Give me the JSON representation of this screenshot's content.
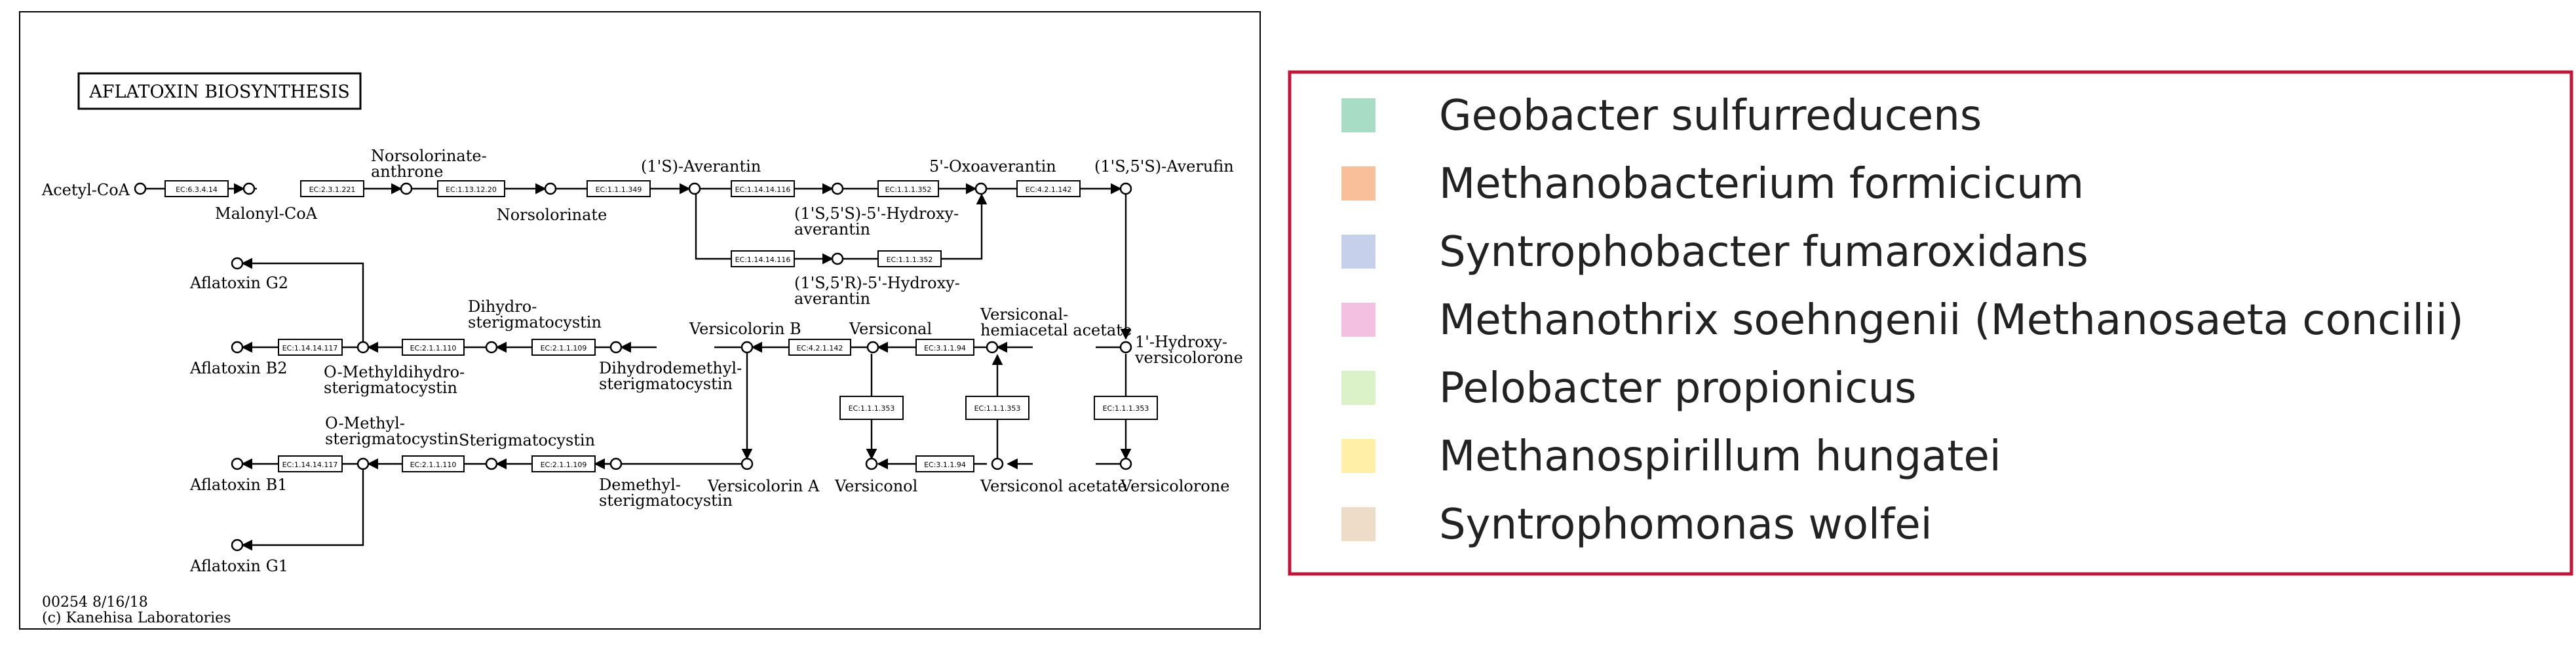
{
  "map": {
    "title": "AFLATOXIN BIOSYNTHESIS",
    "footer_id": "00254 8/16/18",
    "footer_copyright": "(c) Kanehisa Laboratories"
  },
  "compounds": {
    "acetyl_coa": "Acetyl-CoA",
    "malonyl_coa": "Malonyl-CoA",
    "norsolorinate_anthrone_1": "Norsolorinate-",
    "norsolorinate_anthrone_2": "anthrone",
    "norsolorinate": "Norsolorinate",
    "averantin": "(1'S)-Averantin",
    "oxoaverantin": "5'-Oxoaverantin",
    "averufin": "(1'S,5'S)-Averufin",
    "hydroxyaverantin_ss_1": "(1'S,5'S)-5'-Hydroxy-",
    "hydroxyaverantin_ss_2": "averantin",
    "hydroxyaverantin_sr_1": "(1'S,5'R)-5'-Hydroxy-",
    "hydroxyaverantin_sr_2": "averantin",
    "aflatoxin_g2": "Aflatoxin G2",
    "aflatoxin_b2": "Aflatoxin B2",
    "aflatoxin_b1": "Aflatoxin B1",
    "aflatoxin_g1": "Aflatoxin G1",
    "dihydrosterig_1": "Dihydro-",
    "dihydrosterig_2": "sterigmatocystin",
    "o_methyldihydro_1": "O-Methyldihydro-",
    "o_methyldihydro_2": "sterigmatocystin",
    "dihydrodemethyl_1": "Dihydrodemethyl-",
    "dihydrodemethyl_2": "sterigmatocystin",
    "versicolorin_b": "Versicolorin B",
    "versiconal": "Versiconal",
    "versiconal_hemiacetal_1": "Versiconal-",
    "versiconal_hemiacetal_2": "hemiacetal acetate",
    "hydroxyversicolorone_1": "1'-Hydroxy-",
    "hydroxyversicolorone_2": "versicolorone",
    "o_methylsterig_1": "O-Methyl-",
    "o_methylsterig_2": "sterigmatocystin",
    "sterigmatocystin": "Sterigmatocystin",
    "demethylsterig_1": "Demethyl-",
    "demethylsterig_2": "sterigmatocystin",
    "versicolorin_a": "Versicolorin A",
    "versiconol": "Versiconol",
    "versiconol_acetate": "Versiconol acetate",
    "versicolorone": "Versicolorone"
  },
  "enzymes": {
    "e1": "EC:6.3.4.14",
    "e2": "EC:2.3.1.221",
    "e3": "EC:1.13.12.20",
    "e4": "EC:1.1.1.349",
    "e5": "EC:1.14.14.116",
    "e6": "EC:1.1.1.352",
    "e7": "EC:4.2.1.142",
    "e8": "EC:1.14.14.116",
    "e9": "EC:1.1.1.352",
    "e10": "EC:1.14.14.117",
    "e11": "EC:2.1.1.110",
    "e12": "EC:2.1.1.109",
    "e13": "EC:4.2.1.142",
    "e14": "EC:3.1.1.94",
    "e15": "EC:1.1.1.353",
    "e16": "EC:1.1.1.353",
    "e17": "EC:1.1.1.353",
    "e18": "EC:3.1.1.94",
    "e19": "EC:1.14.14.117",
    "e20": "EC:2.1.1.110",
    "e21": "EC:2.1.1.109"
  },
  "legend": {
    "items": [
      {
        "label": "Geobacter sulfurreducens",
        "color": "#a8dcc4"
      },
      {
        "label": "Methanobacterium formicicum",
        "color": "#f7c09a"
      },
      {
        "label": "Syntrophobacter fumaroxidans",
        "color": "#c6d0ea"
      },
      {
        "label": "Methanothrix soehngenii (Methanosaeta concilii)",
        "color": "#f2c0e0"
      },
      {
        "label": "Pelobacter propionicus",
        "color": "#dbf2c8"
      },
      {
        "label": "Methanospirillum hungatei",
        "color": "#fff0a8"
      },
      {
        "label": "Syntrophomonas wolfei",
        "color": "#efdcc6"
      }
    ],
    "border_color": "#c0163a"
  }
}
